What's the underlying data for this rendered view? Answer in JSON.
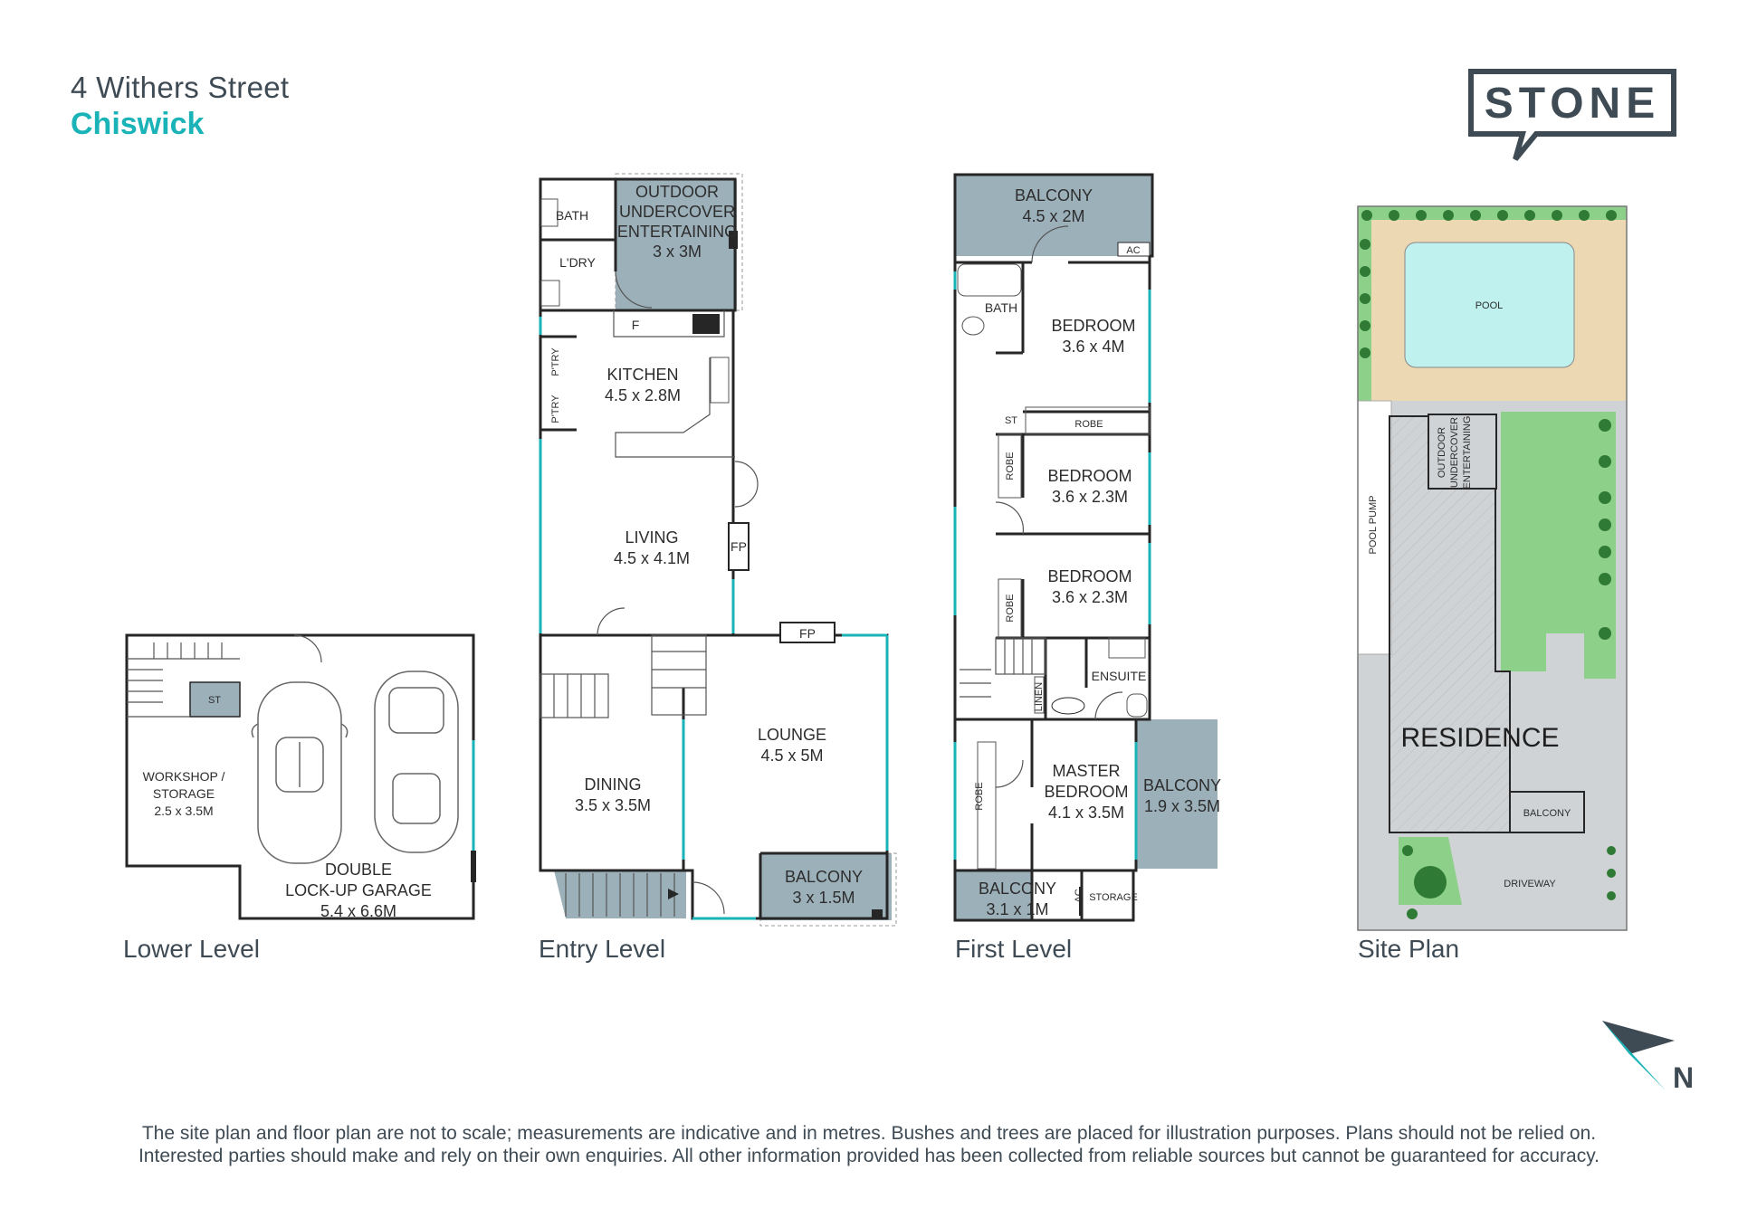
{
  "header": {
    "address": "4 Withers Street",
    "suburb": "Chiswick",
    "brand": "STONE",
    "accent_color": "#1ab3b8",
    "text_color": "#3f4b54"
  },
  "colors": {
    "outdoor": "#9cb0ba",
    "lawn": "#8dd08a",
    "pool_deck": "#ecd9b4",
    "pool_water": "#bff1ee",
    "paving": "#cfd3d6",
    "window": "#1ab3b8"
  },
  "levels": {
    "lower": {
      "label": "Lower Level",
      "rooms": {
        "st": "ST",
        "workshop_1": "WORKSHOP /",
        "workshop_2": "STORAGE",
        "workshop_3": "2.5 x 3.5M",
        "garage_1": "DOUBLE",
        "garage_2": "LOCK-UP GARAGE",
        "garage_3": "5.4 x 6.6M"
      }
    },
    "entry": {
      "label": "Entry Level",
      "rooms": {
        "bath": "BATH",
        "ldry": "L'DRY",
        "outdoor_1": "OUTDOOR",
        "outdoor_2": "UNDERCOVER",
        "outdoor_3": "ENTERTAINING",
        "outdoor_4": "3 x 3M",
        "fridge": "F",
        "ptry": "P'TRY",
        "kitchen_1": "KITCHEN",
        "kitchen_2": "4.5 x 2.8M",
        "living_1": "LIVING",
        "living_2": "4.5 x 4.1M",
        "fp": "FP",
        "lounge_1": "LOUNGE",
        "lounge_2": "4.5 x 5M",
        "dining_1": "DINING",
        "dining_2": "3.5 x 3.5M",
        "balcony_1": "BALCONY",
        "balcony_2": "3 x 1.5M"
      }
    },
    "first": {
      "label": "First Level",
      "rooms": {
        "balcony_top_1": "BALCONY",
        "balcony_top_2": "4.5 x 2M",
        "ac": "AC",
        "bath": "BATH",
        "bed1_1": "BEDROOM",
        "bed1_2": "3.6 x 4M",
        "st": "ST",
        "robe": "ROBE",
        "bed2_1": "BEDROOM",
        "bed2_2": "3.6 x 2.3M",
        "bed3_1": "BEDROOM",
        "bed3_2": "3.6 x 2.3M",
        "ensuite": "ENSUITE",
        "linen": "LINEN",
        "master_1": "MASTER",
        "master_2": "BEDROOM",
        "master_3": "4.1 x 3.5M",
        "balcony_side_1": "BALCONY",
        "balcony_side_2": "1.9 x 3.5M",
        "balcony_bot_1": "BALCONY",
        "balcony_bot_2": "3.1 x 1M",
        "storage": "STORAGE"
      }
    },
    "site": {
      "label": "Site Plan",
      "rooms": {
        "pool": "POOL",
        "outdoor_1": "OUTDOOR",
        "outdoor_2": "UNDERCOVER",
        "outdoor_3": "ENTERTAINING",
        "pool_pump": "POOL PUMP",
        "residence": "RESIDENCE",
        "balcony": "BALCONY",
        "driveway": "DRIVEWAY"
      }
    }
  },
  "compass": {
    "label": "N"
  },
  "disclaimer": {
    "line1": "The site plan and floor plan are not to scale; measurements are indicative and in metres. Bushes and trees are placed for illustration purposes. Plans should not be relied on.",
    "line2": "Interested parties should make and rely on their own enquiries. All other information provided has been collected from reliable sources but cannot be guaranteed for accuracy."
  }
}
